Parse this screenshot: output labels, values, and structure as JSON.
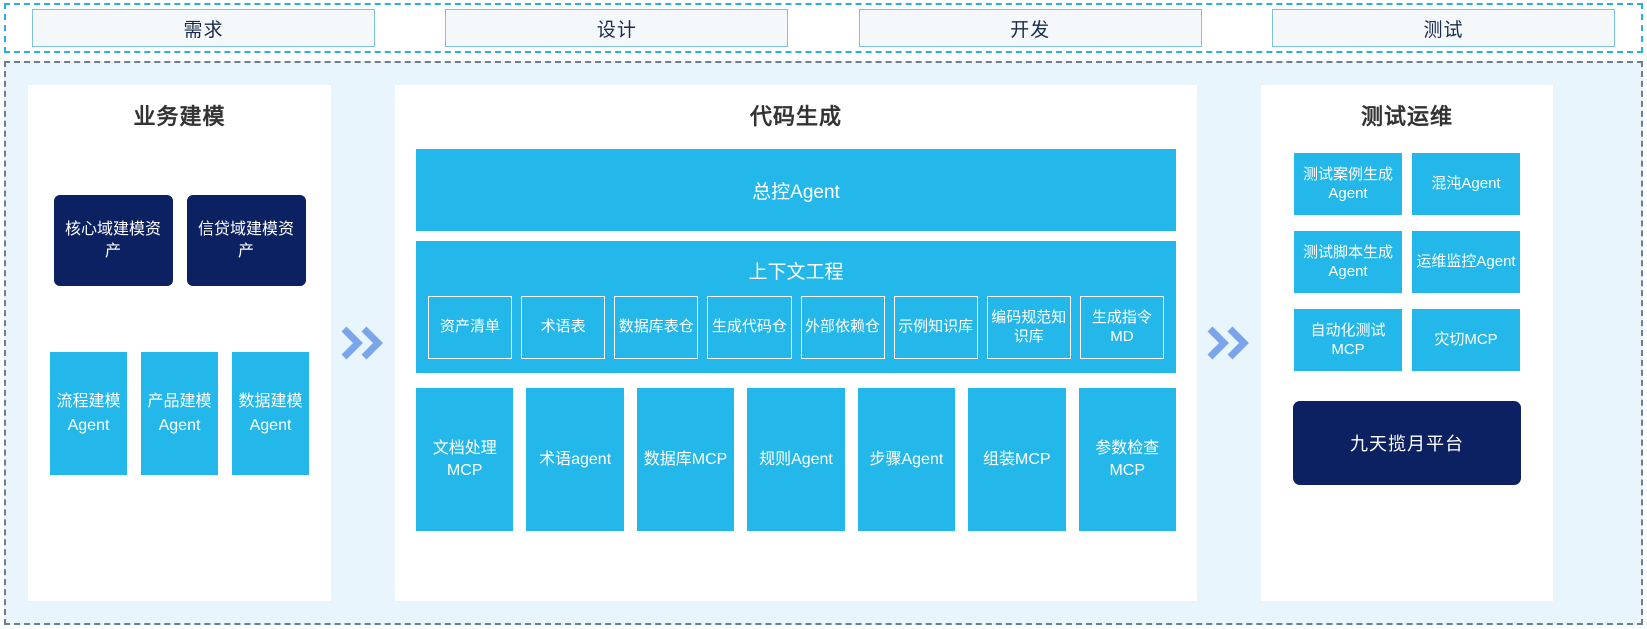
{
  "phases": [
    {
      "label": "需求"
    },
    {
      "label": "设计"
    },
    {
      "label": "开发"
    },
    {
      "label": "测试"
    }
  ],
  "separators": {
    "left_chevron": "»",
    "right_chevron": "»"
  },
  "colors": {
    "accent_cyan": "#24b7ea",
    "navy": "#0b2161",
    "panel_bg": "#ffffff",
    "canvas_bg": "#e9f5fd",
    "phase_box_bg": "#f4f8fb",
    "phase_border": "#7fc4dd",
    "chevron": "#7aa5ea",
    "dashed_outer_top": "#29b0e0",
    "dashed_outer_main": "#6c7f92"
  },
  "left_panel": {
    "title": "业务建模",
    "assets": [
      {
        "label": "核心域建模资产"
      },
      {
        "label": "信贷域建模资产"
      }
    ],
    "agents": [
      {
        "label": "流程建模Agent"
      },
      {
        "label": "产品建模Agent"
      },
      {
        "label": "数据建模Agent"
      }
    ]
  },
  "center_panel": {
    "title": "代码生成",
    "control_agent": "总控Agent",
    "context": {
      "title": "上下文工程",
      "items": [
        {
          "label": "资产清单"
        },
        {
          "label": "术语表"
        },
        {
          "label": "数据库表仓"
        },
        {
          "label": "生成代码仓"
        },
        {
          "label": "外部依赖仓"
        },
        {
          "label": "示例知识库"
        },
        {
          "label": "编码规范知识库"
        },
        {
          "label": "生成指令MD"
        }
      ]
    },
    "tools": [
      {
        "label": "文档处理MCP"
      },
      {
        "label": "术语agent"
      },
      {
        "label": "数据库MCP"
      },
      {
        "label": "规则Agent"
      },
      {
        "label": "步骤Agent"
      },
      {
        "label": "组装MCP"
      },
      {
        "label": "参数检查MCP"
      }
    ]
  },
  "right_panel": {
    "title": "测试运维",
    "cells": [
      {
        "label": "测试案例生成Agent"
      },
      {
        "label": "混沌Agent"
      },
      {
        "label": "测试脚本生成Agent"
      },
      {
        "label": "运维监控Agent"
      },
      {
        "label": "自动化测试MCP"
      },
      {
        "label": "灾切MCP"
      }
    ],
    "platform": "九天揽月平台"
  }
}
